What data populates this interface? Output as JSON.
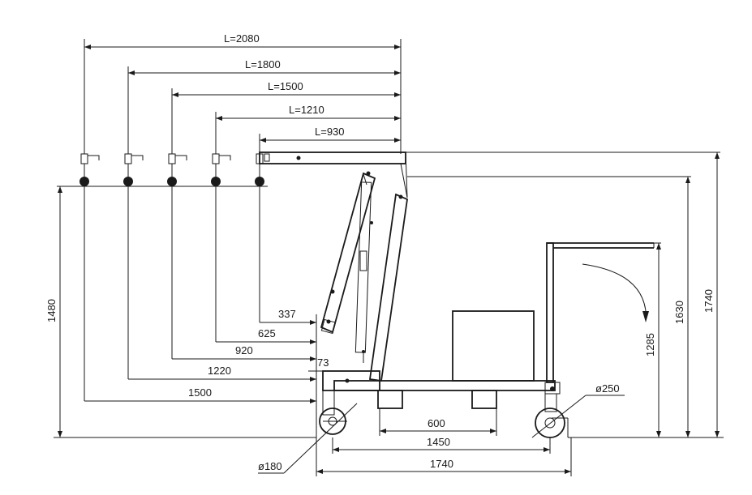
{
  "dimensions": {
    "reach_2080": "L=2080",
    "reach_1800": "L=1800",
    "reach_1500": "L=1500",
    "reach_1210": "L=1210",
    "reach_930": "L=930",
    "height_1480": "1480",
    "height_1630": "1630",
    "height_1740": "1740",
    "height_1285": "1285",
    "offset_337": "337",
    "offset_625": "625",
    "offset_920": "920",
    "offset_73": "73",
    "offset_1220": "1220",
    "offset_1500": "1500",
    "base_600": "600",
    "base_1450": "1450",
    "base_1740": "1740",
    "wheel_front": "ø180",
    "wheel_rear": "ø250"
  }
}
